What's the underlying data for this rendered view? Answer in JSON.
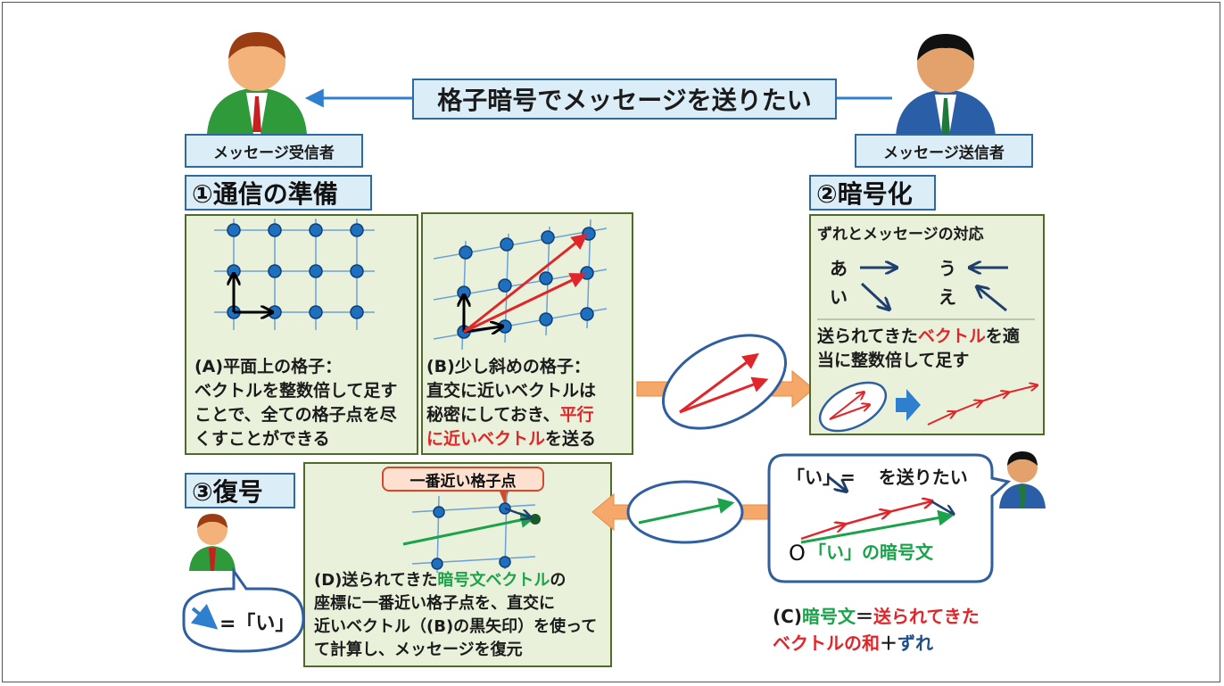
{
  "top": {
    "title": "格子暗号でメッセージを送りたい",
    "receiver_label": "メッセージ受信者",
    "sender_label": "メッセージ送信者"
  },
  "section1": {
    "title": "①通信の準備",
    "panel_a": {
      "line1": "(A)平面上の格子：",
      "line2": "ベクトルを整数倍して足す",
      "line3": "ことで、全ての格子点を尽",
      "line4": "くすことができる"
    },
    "panel_b": {
      "line1": "(B)少し斜めの格子：",
      "line2": "直交に近いベクトルは",
      "line3a": "秘密にしておき、",
      "line3b": "平行",
      "line4a": "に近いベクトル",
      "line4b": "を送る"
    }
  },
  "section2": {
    "title": "②暗号化",
    "mapping_title": "ずれとメッセージの対応",
    "chars": [
      "あ",
      "い",
      "う",
      "え"
    ],
    "desc_a": "送られてきた",
    "desc_b": "ベクトル",
    "desc_c": "を適",
    "desc_line2": "当に整数倍して足す"
  },
  "section3": {
    "title": "③復号",
    "nearest_label": "一番近い格子点",
    "panel_d": {
      "line1a": "(D)送られてきた",
      "line1b": "暗号文ベクトル",
      "line1c": "の",
      "line2": "座標に一番近い格子点を、直交に",
      "line3": "近いベクトル（(B)の黒矢印）を使って",
      "line4": "て計算し、メッセージを復元"
    },
    "decoded": "=「い」"
  },
  "bubble": {
    "line1a": "「い」=",
    "line1b": "を送りたい",
    "origin": "O",
    "cipher_label": "「い」の暗号文"
  },
  "caption_c": {
    "a": "(C)",
    "b": "暗号文",
    "c": "＝",
    "d": "送られてきた",
    "e": "ベクトルの和",
    "f": "＋",
    "g": "ずれ"
  },
  "colors": {
    "lattice": "#1f6fbf",
    "red": "#e0262a",
    "green": "#1aa34a",
    "navy": "#1f3f6e",
    "panel": "#e9f1da",
    "label": "#dbeef7"
  }
}
